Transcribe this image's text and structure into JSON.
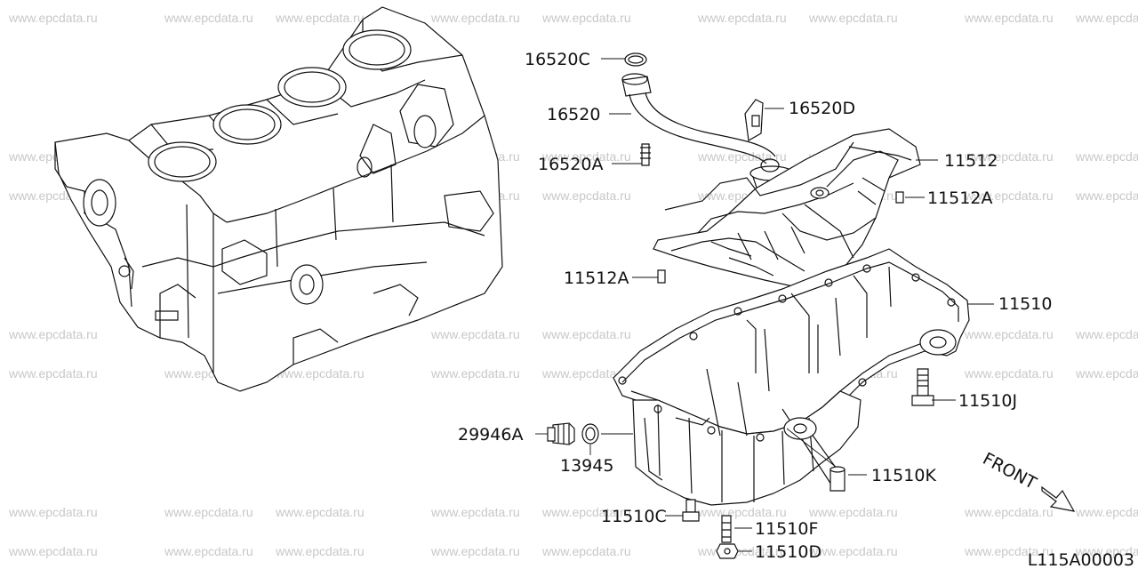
{
  "watermark_text": "www.epcdata.ru",
  "diagram_code": "L115A00003",
  "direction_label": "FRONT",
  "parts": [
    {
      "id": "16520C",
      "label": "16520C"
    },
    {
      "id": "16520",
      "label": "16520"
    },
    {
      "id": "16520D",
      "label": "16520D"
    },
    {
      "id": "16520A",
      "label": "16520A"
    },
    {
      "id": "11512",
      "label": "11512"
    },
    {
      "id": "11512A-right",
      "label": "11512A"
    },
    {
      "id": "11512A-left",
      "label": "11512A"
    },
    {
      "id": "11510",
      "label": "11510"
    },
    {
      "id": "11510J",
      "label": "11510J"
    },
    {
      "id": "29946A",
      "label": "29946A"
    },
    {
      "id": "13945",
      "label": "13945"
    },
    {
      "id": "11510K",
      "label": "11510K"
    },
    {
      "id": "11510C",
      "label": "11510C"
    },
    {
      "id": "11510F",
      "label": "11510F"
    },
    {
      "id": "11510D",
      "label": "11510D"
    }
  ]
}
